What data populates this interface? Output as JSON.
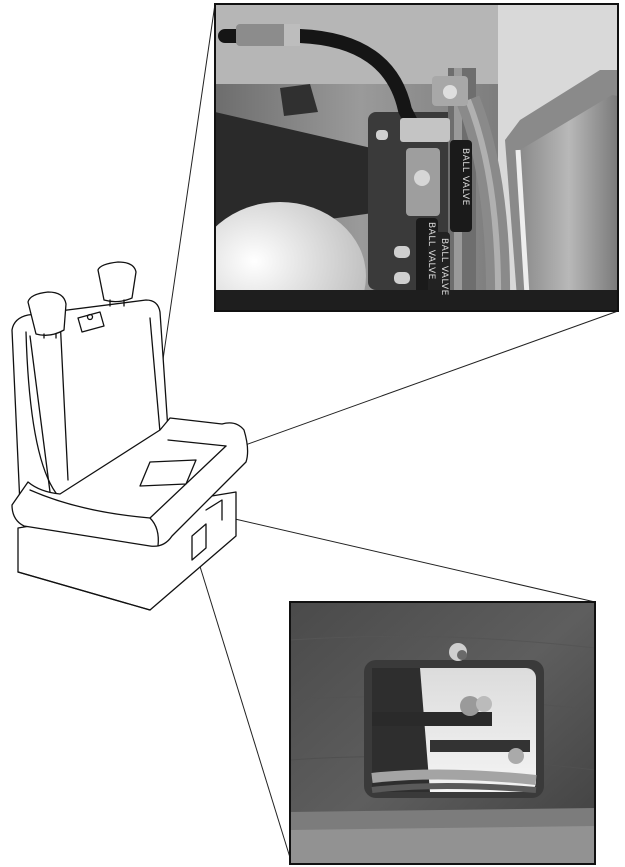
{
  "figure": {
    "photo_top": {
      "valve_labels": [
        "BALL VALVE",
        "BALL VALVE",
        "BALL VALVE"
      ]
    },
    "photo_bottom": {}
  }
}
